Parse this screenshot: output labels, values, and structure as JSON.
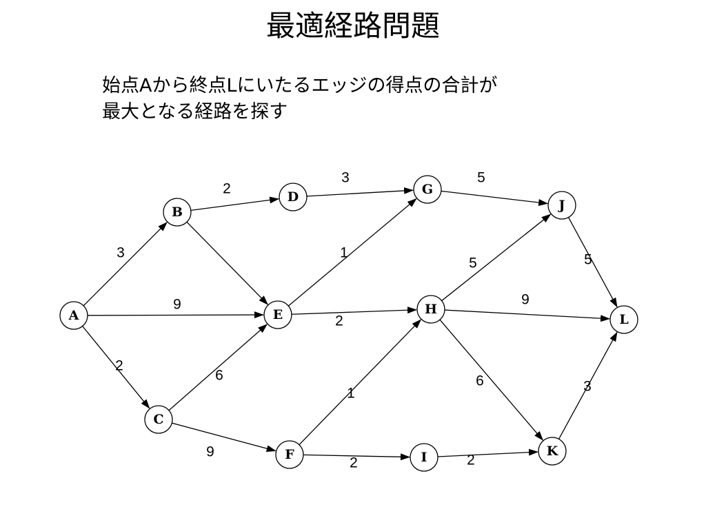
{
  "slide": {
    "title": "最適経路問題",
    "description_lines": [
      "始点Aから終点Lにいたるエッジの得点の合計が",
      "最大となる経路を探す"
    ]
  },
  "graph": {
    "nodes": [
      "A",
      "B",
      "C",
      "D",
      "E",
      "F",
      "G",
      "H",
      "I",
      "J",
      "K",
      "L"
    ],
    "edges": [
      {
        "from": "A",
        "to": "B",
        "weight": "3"
      },
      {
        "from": "A",
        "to": "E",
        "weight": "9"
      },
      {
        "from": "A",
        "to": "C",
        "weight": "2"
      },
      {
        "from": "B",
        "to": "D",
        "weight": "2"
      },
      {
        "from": "B",
        "to": "E",
        "weight": ""
      },
      {
        "from": "C",
        "to": "E",
        "weight": "6"
      },
      {
        "from": "C",
        "to": "F",
        "weight": "9"
      },
      {
        "from": "D",
        "to": "G",
        "weight": "3"
      },
      {
        "from": "E",
        "to": "G",
        "weight": "1"
      },
      {
        "from": "E",
        "to": "H",
        "weight": "2"
      },
      {
        "from": "F",
        "to": "H",
        "weight": "1"
      },
      {
        "from": "F",
        "to": "I",
        "weight": "2"
      },
      {
        "from": "G",
        "to": "J",
        "weight": "5"
      },
      {
        "from": "H",
        "to": "J",
        "weight": "5"
      },
      {
        "from": "H",
        "to": "L",
        "weight": "9"
      },
      {
        "from": "H",
        "to": "K",
        "weight": "6"
      },
      {
        "from": "I",
        "to": "K",
        "weight": "2"
      },
      {
        "from": "J",
        "to": "L",
        "weight": "5"
      },
      {
        "from": "K",
        "to": "L",
        "weight": "3"
      }
    ]
  }
}
